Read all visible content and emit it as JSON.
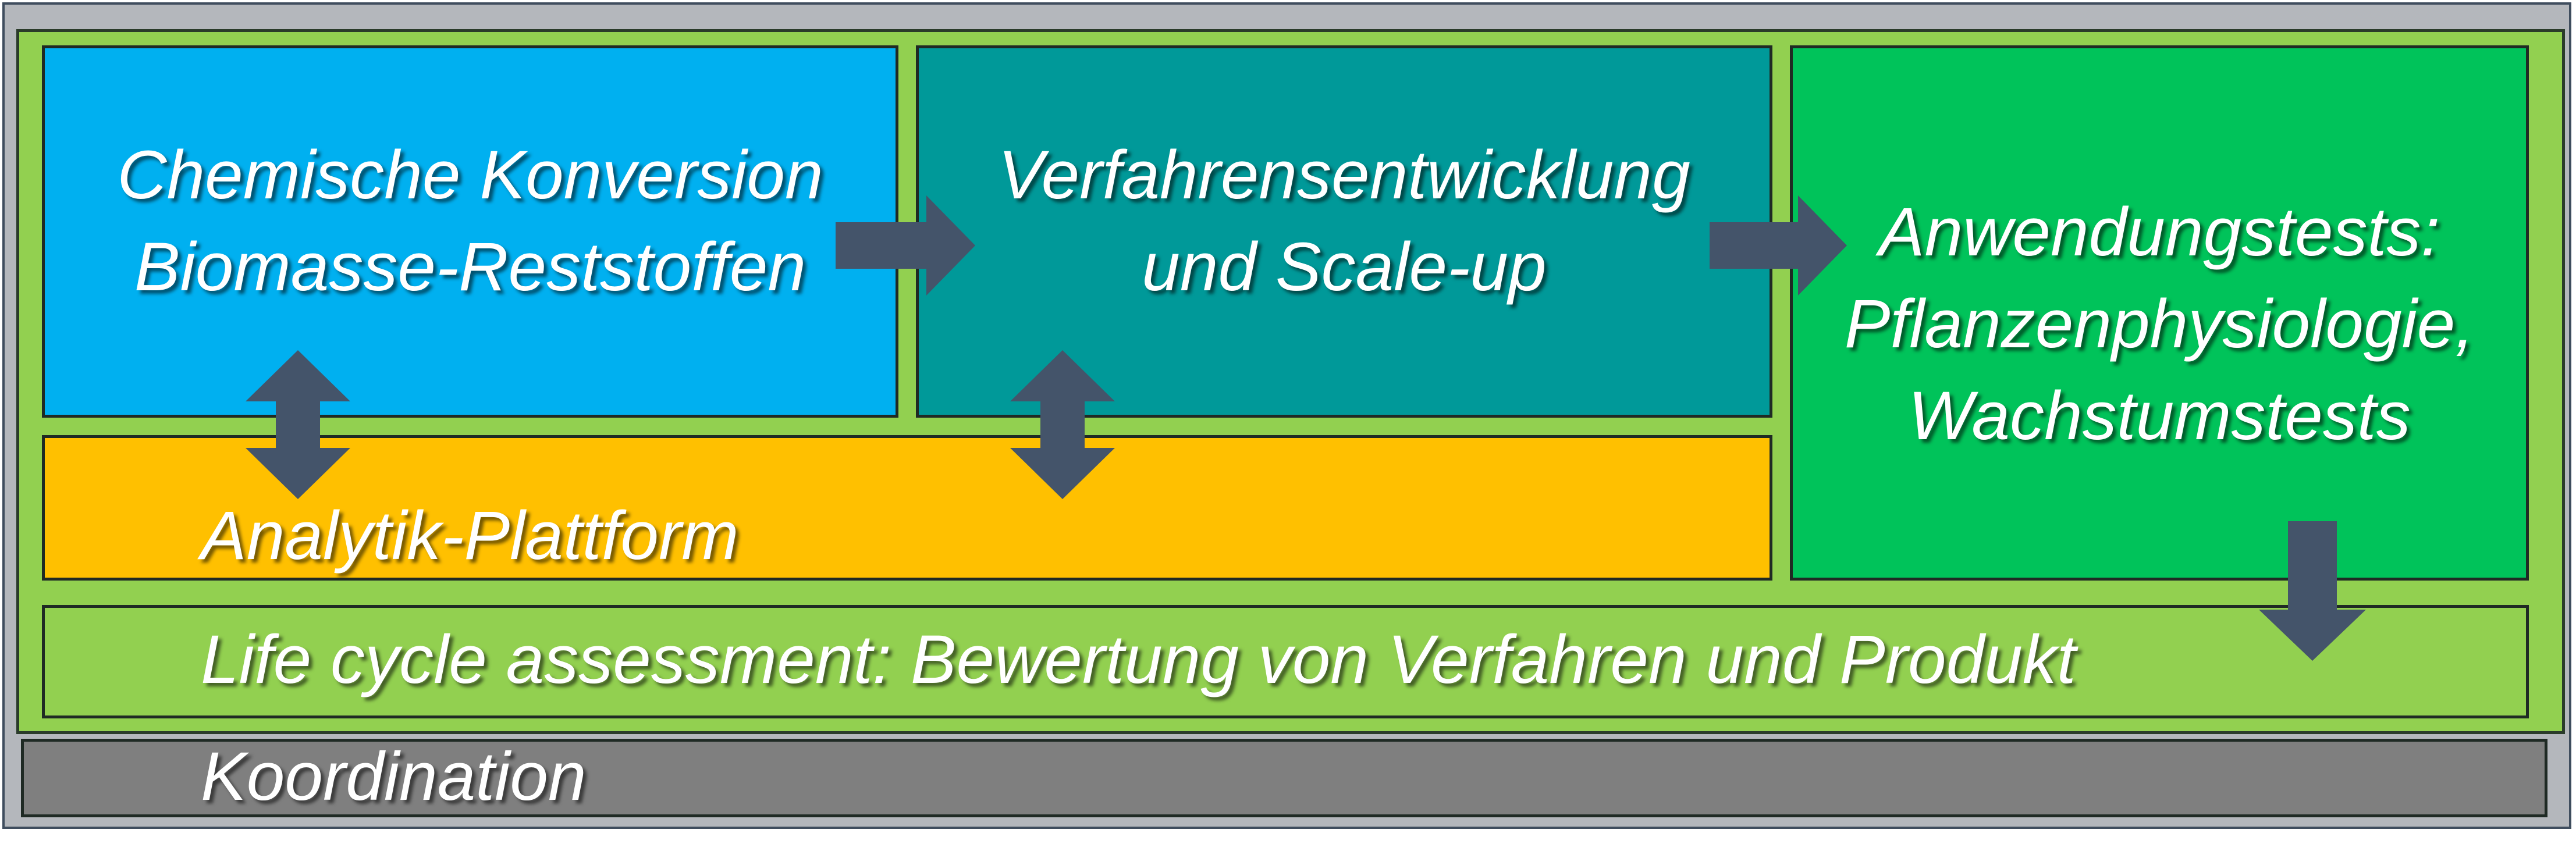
{
  "boxes": {
    "chem": {
      "line1": "Chemische Konversion",
      "line2": "Biomasse-Reststoffen",
      "color": "#00b0f0"
    },
    "verf": {
      "line1": "Verfahrensentwicklung",
      "line2": "und Scale-up",
      "color": "#009999"
    },
    "anw": {
      "line1": "Anwendungstests:",
      "line2": "Pflanzenphysiologie,",
      "line3": "Wachstumstests",
      "color": "#00c35a"
    },
    "analytik": {
      "label": "Analytik-Plattform",
      "color": "#ffc000"
    },
    "lca": {
      "label": "Life cycle assessment: Bewertung von Verfahren und Produkt",
      "color": "#92d050"
    },
    "koord": {
      "label": "Koordination",
      "color": "#7f7f7f"
    }
  },
  "colors": {
    "outer_frame": "#b4b7bc",
    "panel": "#92d050",
    "arrow": "#44546a",
    "text": "#ffffff"
  }
}
